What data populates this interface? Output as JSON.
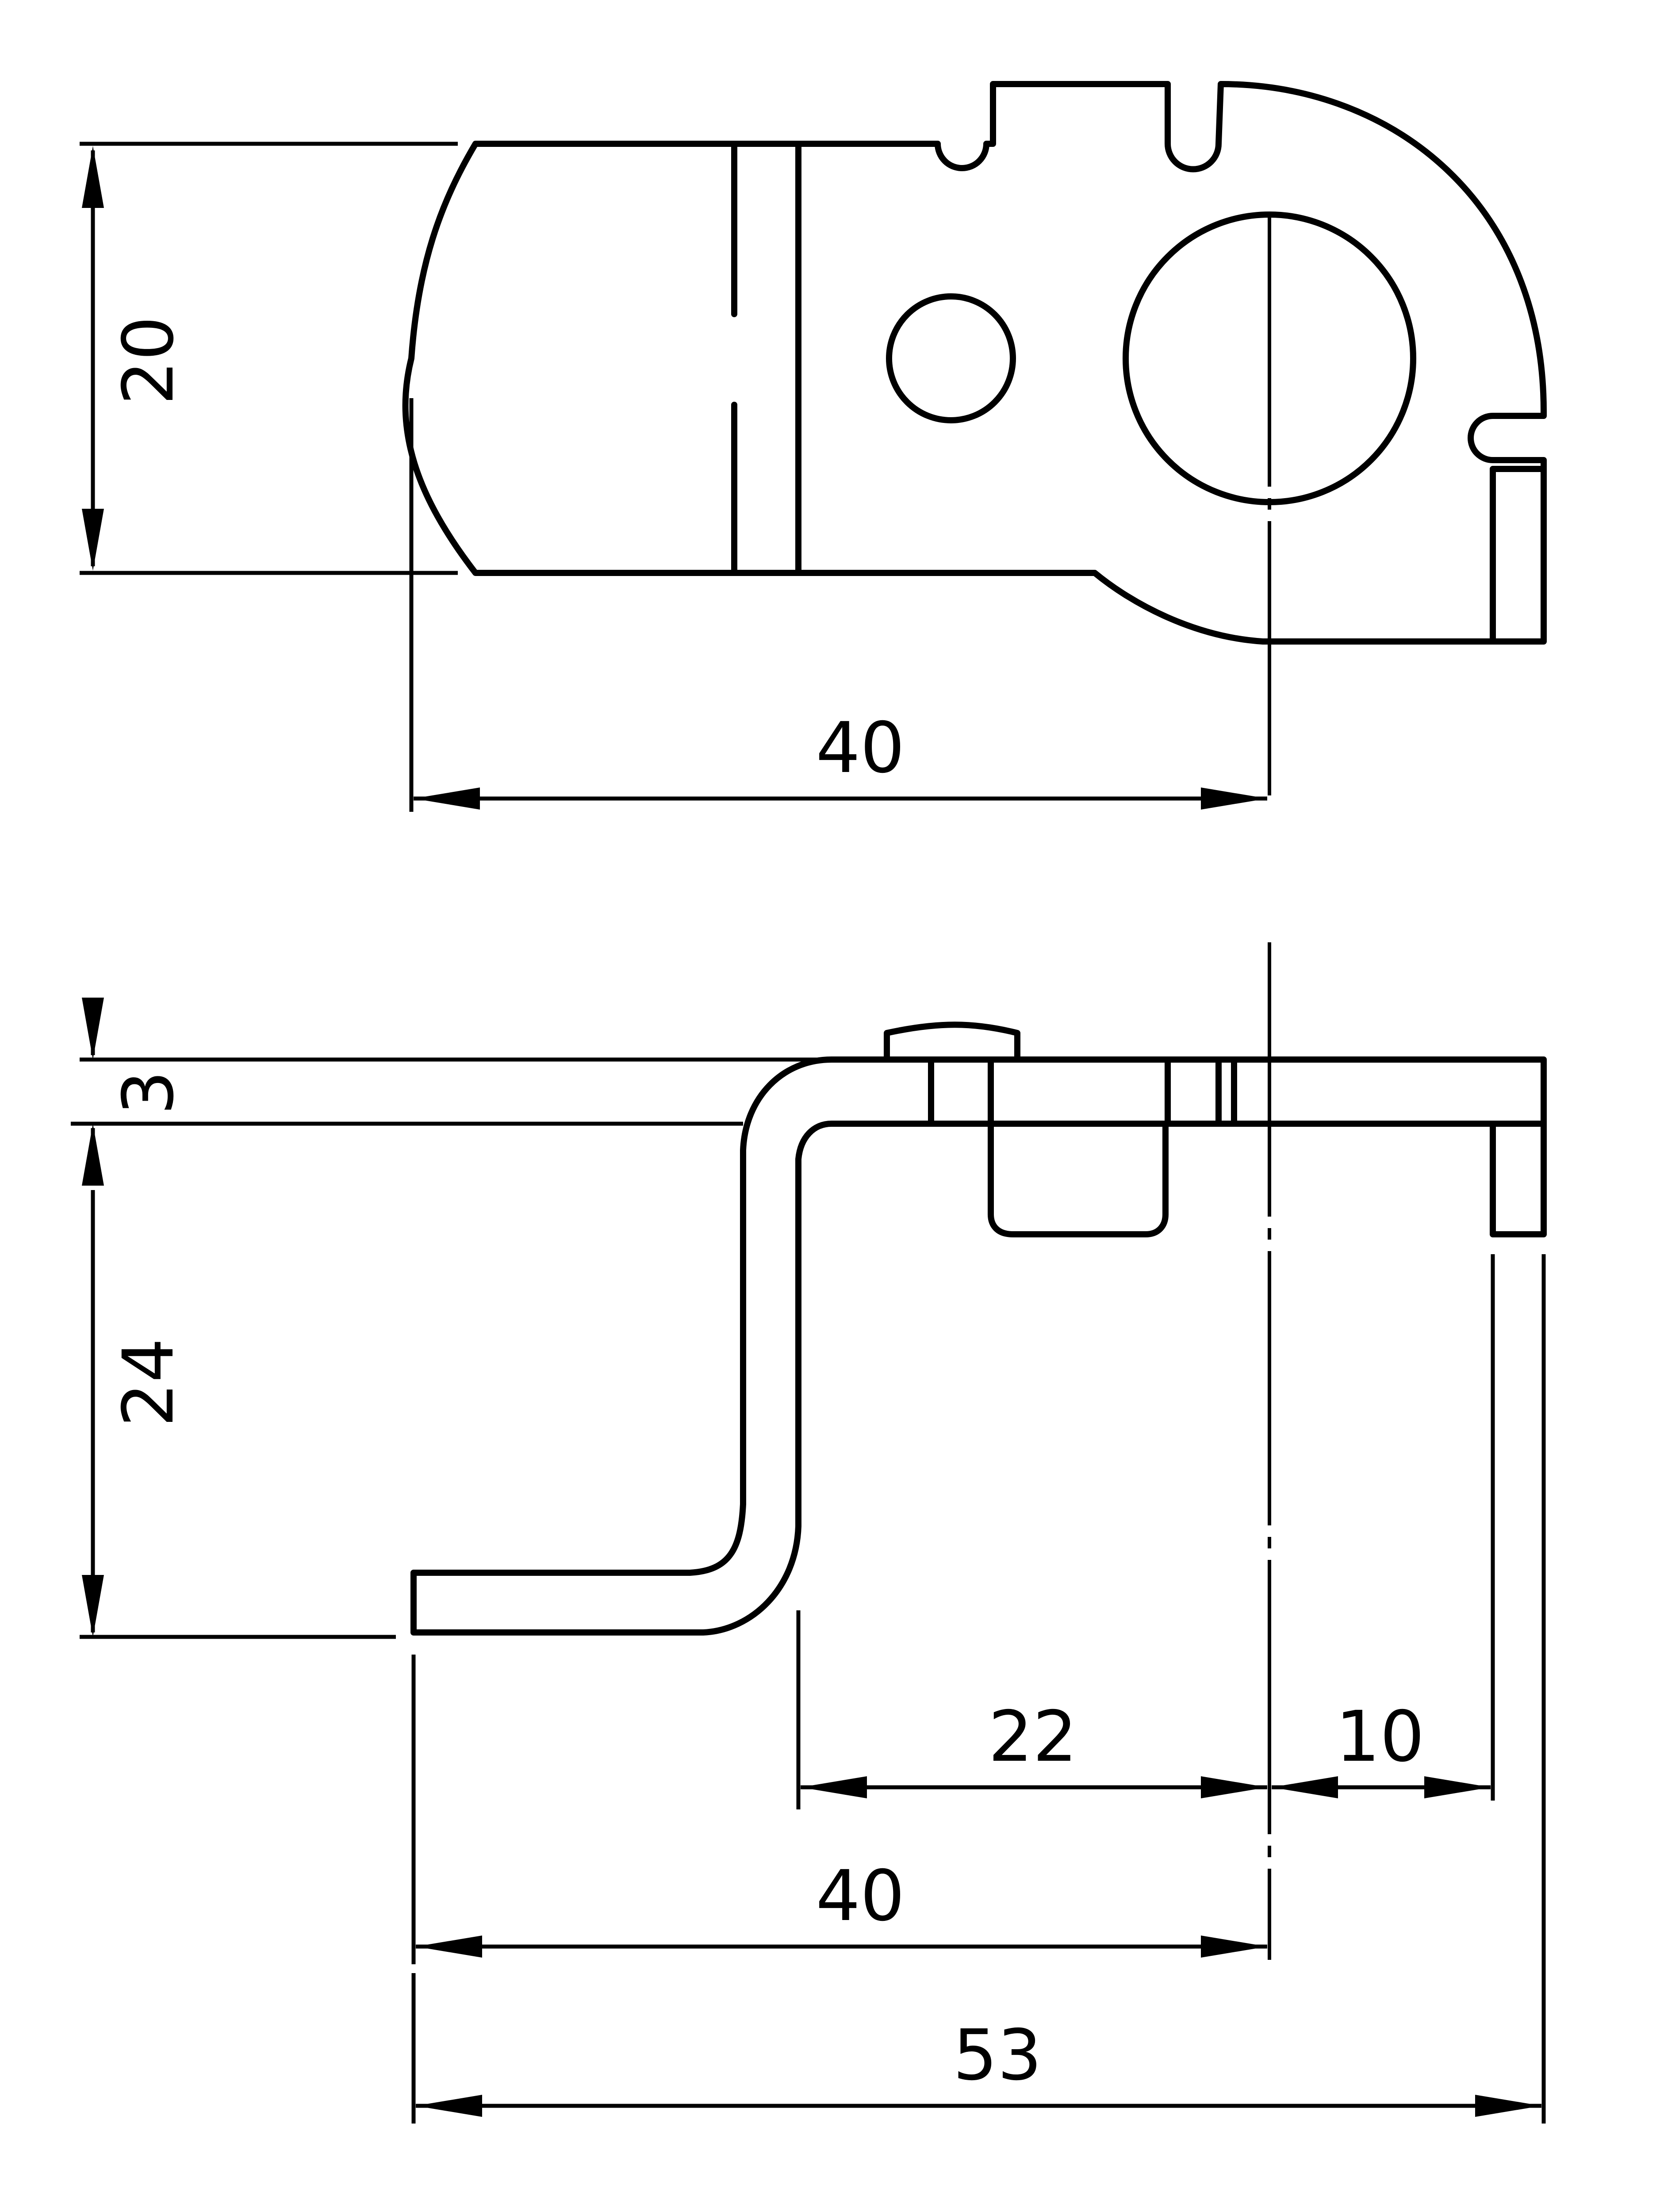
{
  "views": {
    "top_view": {
      "dimensions": {
        "height": "20",
        "width_to_center": "40"
      }
    },
    "front_view": {
      "dimensions": {
        "thickness": "3",
        "drop": "24",
        "span_bend_to_center": "22",
        "center_to_tab": "10",
        "width_to_center": "40",
        "overall_width": "53"
      }
    }
  }
}
